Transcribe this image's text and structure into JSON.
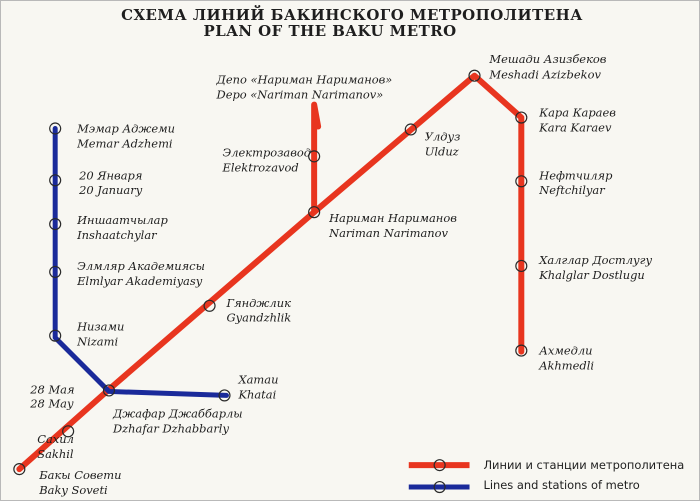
{
  "title_ru": "СХЕМА ЛИНИЙ БАКИНСКОГО МЕТРОПОЛИТЕНА",
  "title_en": "PLAN OF THE BAKU METRO",
  "colors": {
    "red_line": "#e8351f",
    "blue_line": "#1a2a9a",
    "text": "#1e1e1e"
  },
  "stations": {
    "meshadi": {
      "ru": "Мешади Азизбеков",
      "en": "Meshadi Azizbekov"
    },
    "depo": {
      "ru": "Депо «Нариман Нариманов»",
      "en": "Depo «Nariman Narimanov»"
    },
    "kara": {
      "ru": "Кара Караев",
      "en": "Kara Karaev"
    },
    "ulduz": {
      "ru": "Улдуз",
      "en": "Ulduz"
    },
    "elektro": {
      "ru": "Электрозавод",
      "en": "Elektrozavod"
    },
    "neft": {
      "ru": "Нефтчиляр",
      "en": "Neftchilyar"
    },
    "nariman": {
      "ru": "Нариман Нариманов",
      "en": "Nariman Narimanov"
    },
    "khalglar": {
      "ru": "Халглар Достлугу",
      "en": "Khalglar Dostlugu"
    },
    "gyandzhlik": {
      "ru": "Гянджлик",
      "en": "Gyandzhlik"
    },
    "akhmedli": {
      "ru": "Ахмедли",
      "en": "Akhmedli"
    },
    "memar": {
      "ru": "Мэмар Аджеми",
      "en": "Memar Adzhemi"
    },
    "yanvarya": {
      "ru": "20 Января",
      "en": "20 January"
    },
    "inshaat": {
      "ru": "Иншаатчылар",
      "en": "Inshaatchylar"
    },
    "elmlyar": {
      "ru": "Элмляр Академиясы",
      "en": "Elmlyar Akademiyasy"
    },
    "nizami": {
      "ru": "Низами",
      "en": "Nizami"
    },
    "maya": {
      "ru": "28 Мая",
      "en": "28 May"
    },
    "khatai": {
      "ru": "Хатаи",
      "en": "Khatai"
    },
    "dzhafar": {
      "ru": "Джафар Джаббарлы",
      "en": "Dzhafar Dzhabbarly"
    },
    "sakhil": {
      "ru": "Сахил",
      "en": "Sakhil"
    },
    "baky": {
      "ru": "Бакы Совети",
      "en": "Baky Soveti"
    }
  },
  "legend": {
    "ru": "Линии и станции метрополитена",
    "en": "Lines and stations of metro"
  }
}
